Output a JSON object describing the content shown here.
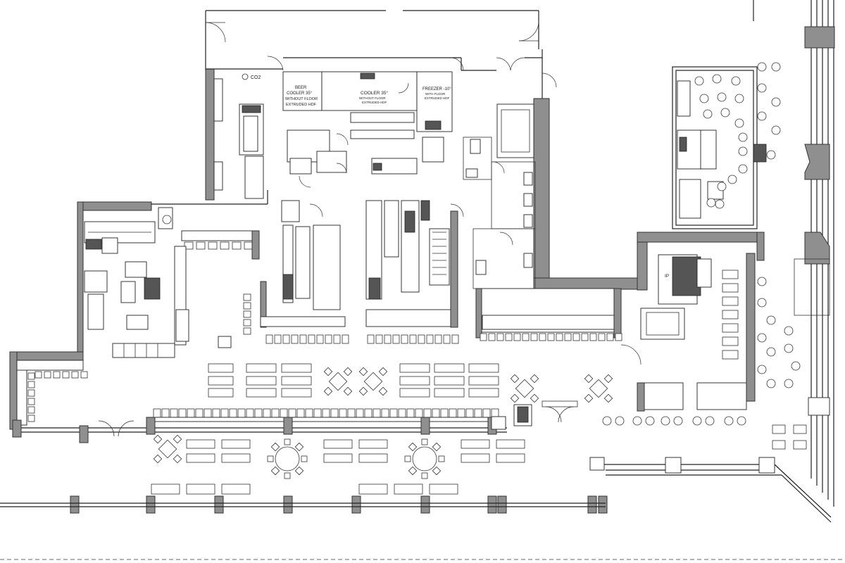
{
  "labels": {
    "co2": "CO2",
    "beer_cooler_l1": "BEER",
    "beer_cooler_l2": "COOLER 35°",
    "beer_cooler_l3": "WITHOUT FLOOR",
    "beer_cooler_l4": "EXTRUDED HDF",
    "cooler_l1": "COOLER 35°",
    "cooler_l2": "WITHOUT FLOOR",
    "cooler_l3": "EXTRUDED HDF",
    "freezer_l1": "FREEZER -10°",
    "freezer_l2": "WITH FLOOR",
    "freezer_l3": "EXTRUDED HDF",
    "ip": "IP"
  }
}
